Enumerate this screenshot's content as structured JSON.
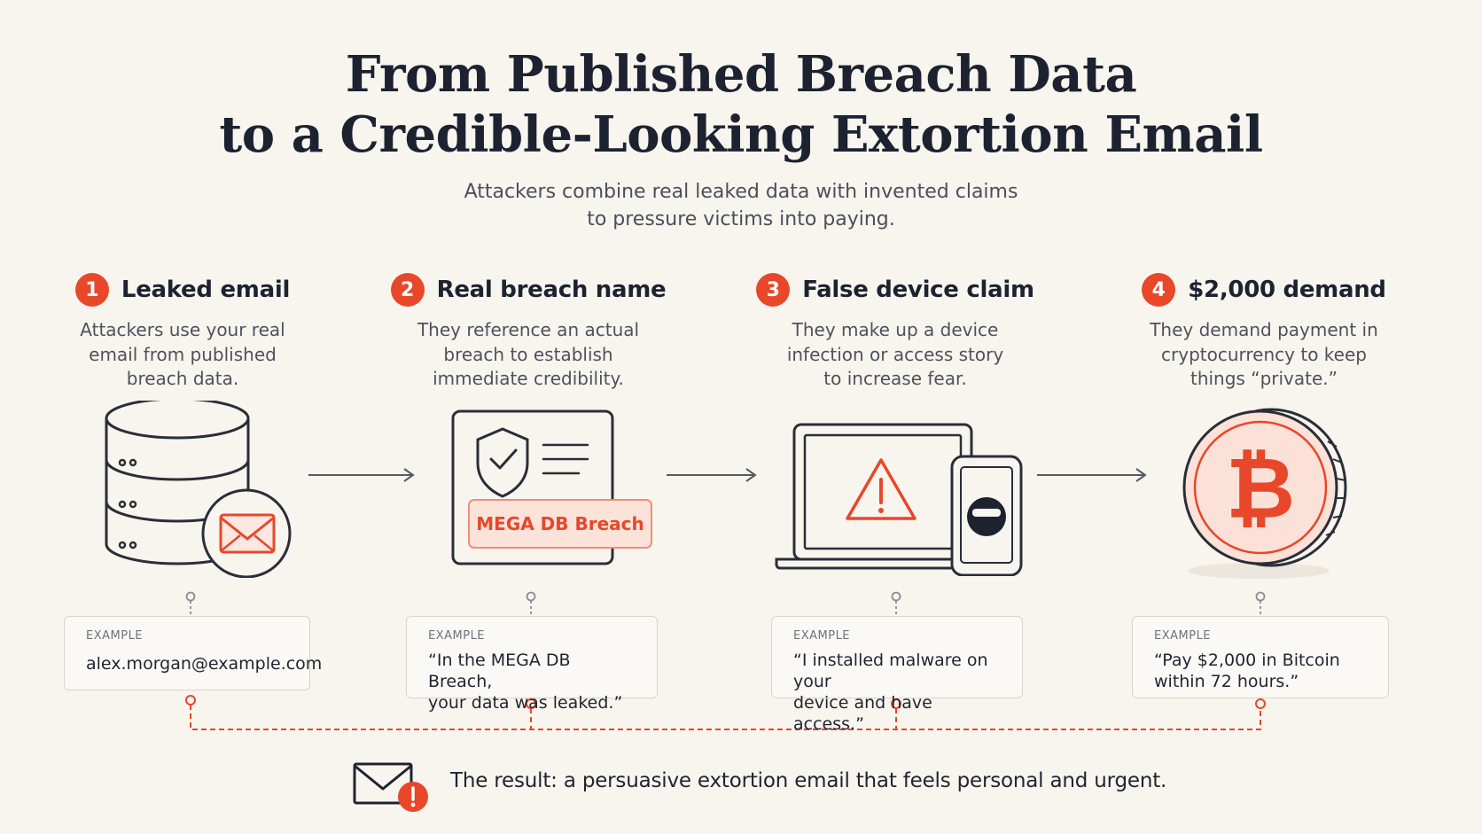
{
  "title": {
    "line1": "From Published Breach Data",
    "line2": "to a Credible-Looking Extortion Email"
  },
  "subtitle": {
    "line1": "Attackers combine real leaked data with invented claims",
    "line2": "to pressure victims into paying."
  },
  "steps": [
    {
      "number": "1",
      "title": "Leaked email",
      "description": "Attackers use your real\nemail from published\nbreach data.",
      "icon": "database-envelope-icon",
      "example_label": "EXAMPLE",
      "example_text": "alex.morgan@example.com"
    },
    {
      "number": "2",
      "title": "Real breach name",
      "description": "They reference an actual\nbreach to establish\nimmediate credibility.",
      "icon": "shield-document-icon",
      "tag": "MEGA DB Breach",
      "example_label": "EXAMPLE",
      "example_text": "“In the MEGA DB Breach,\n your data was leaked.”"
    },
    {
      "number": "3",
      "title": "False device claim",
      "description": "They make up a device\ninfection or access story\nto increase fear.",
      "icon": "laptop-phone-warning-icon",
      "example_label": "EXAMPLE",
      "example_text": "“I installed malware on your\n device and have access.”"
    },
    {
      "number": "4",
      "title": "$2,000 demand",
      "description": "They demand payment in\ncryptocurrency to keep\nthings “private.”",
      "icon": "bitcoin-coin-icon",
      "example_label": "EXAMPLE",
      "example_text": "“Pay $2,000 in Bitcoin\n within 72 hours.”"
    }
  ],
  "result": {
    "icon": "envelope-alert-icon",
    "text": "The result: a persuasive extortion email that feels personal and urgent."
  },
  "colors": {
    "accent": "#e8472a",
    "background": "#f8f5ef",
    "text": "#1c2230"
  }
}
